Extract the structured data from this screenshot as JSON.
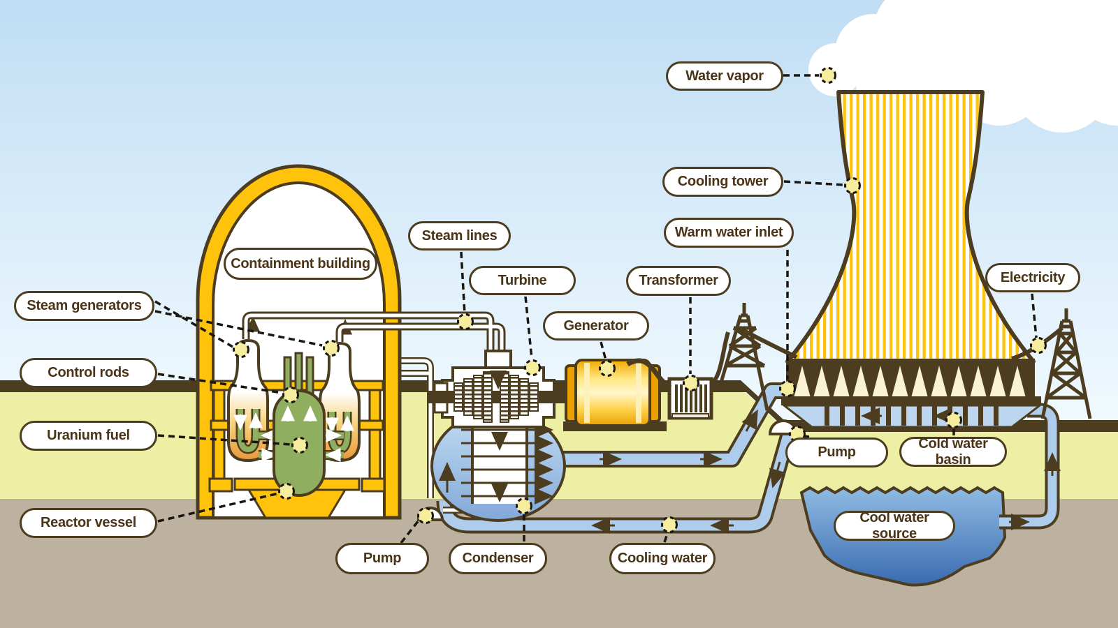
{
  "diagram": {
    "title": "Nuclear power plant diagram",
    "labels": {
      "water_vapor": {
        "text": "Water vapor"
      },
      "cooling_tower": {
        "text": "Cooling tower"
      },
      "warm_water_inlet": {
        "text": "Warm water inlet"
      },
      "transformer": {
        "text": "Transformer"
      },
      "electricity": {
        "text": "Electricity"
      },
      "steam_lines": {
        "text": "Steam lines"
      },
      "turbine": {
        "text": "Turbine"
      },
      "generator": {
        "text": "Generator"
      },
      "containment_building": {
        "text": "Containment building"
      },
      "steam_generators": {
        "text": "Steam generators"
      },
      "control_rods": {
        "text": "Control rods"
      },
      "uranium_fuel": {
        "text": "Uranium fuel"
      },
      "reactor_vessel": {
        "text": "Reactor vessel"
      },
      "pump_left": {
        "text": "Pump"
      },
      "condenser": {
        "text": "Condenser"
      },
      "cooling_water": {
        "text": "Cooling water"
      },
      "pump_right": {
        "text": "Pump"
      },
      "cold_water_basin": {
        "text": "Cold water basin"
      },
      "cool_water_source": {
        "text": "Cool water source"
      }
    },
    "colors": {
      "outline_brown": "#4c3d20",
      "structure_yellow": "#ffc30b",
      "grass_green": "#edefa5",
      "soil_tan": "#bdb29f",
      "sky_blue_top": "#bfddf3",
      "sky_blue_bottom": "#f2fafe",
      "water_blue": "#aecdec",
      "pond_blue_deep": "#3a6bb0",
      "reactor_green": "#8fae60",
      "steam_generator_orange": "#e9973b",
      "generator_gold": "#f7b500",
      "callout_dot_fill": "#f7ed9f",
      "label_text": "#4a3417"
    }
  }
}
